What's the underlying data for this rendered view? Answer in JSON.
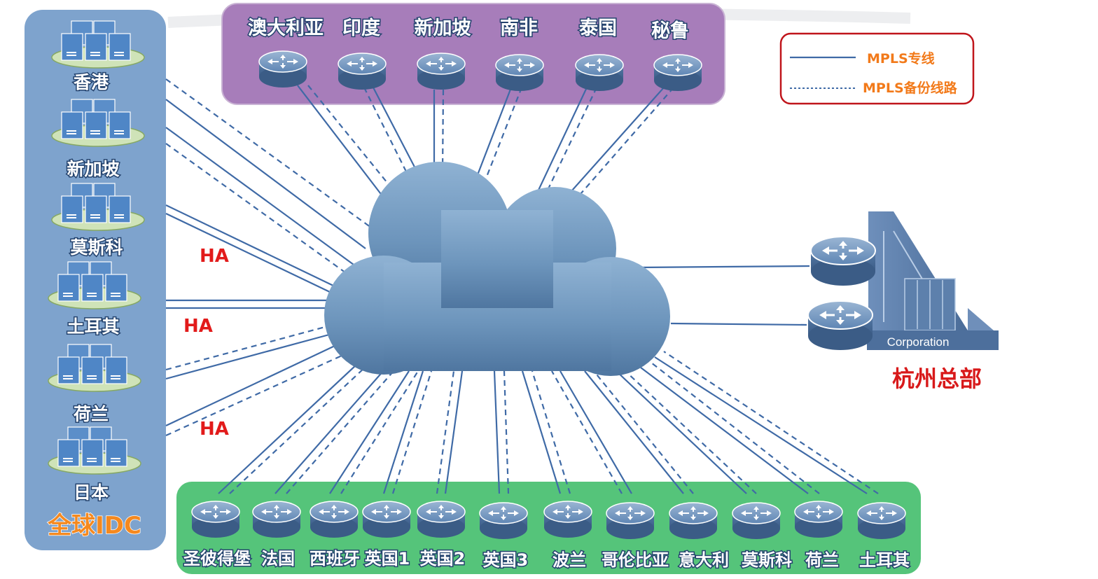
{
  "legend": {
    "solid_label": "MPLS专线",
    "dashed_label": "MPLS备份线路"
  },
  "idc": {
    "title": "全球IDC",
    "sites": [
      "香港",
      "新加坡",
      "莫斯科",
      "土耳其",
      "荷兰",
      "日本"
    ]
  },
  "top_routers": [
    "澳大利亚",
    "印度",
    "新加坡",
    "南非",
    "泰国",
    "秘鲁"
  ],
  "bottom_routers": [
    "圣彼得堡",
    "法国",
    "西班牙",
    "英国1",
    "英国2",
    "英国3",
    "波兰",
    "哥伦比亚",
    "意大利",
    "莫斯科",
    "荷兰",
    "土耳其"
  ],
  "ha_labels": [
    "HA",
    "HA",
    "HA"
  ],
  "hq": {
    "title": "杭州总部",
    "building_label": "Corporation"
  },
  "colors": {
    "link": "#3f6aa6",
    "cloud": "#6e97be",
    "idc_panel": "#7ea3cd",
    "top_panel": "#a77dba",
    "bottom_panel": "#55c47a",
    "ha": "#e21b1b",
    "legend_text": "#f27a1a",
    "hq_title": "#d8191a",
    "idc_title": "#f5891f"
  },
  "icons": {
    "router": "router-icon",
    "server": "server-cluster-icon",
    "cloud": "mpls-cloud-icon",
    "building": "corporation-building-icon"
  }
}
